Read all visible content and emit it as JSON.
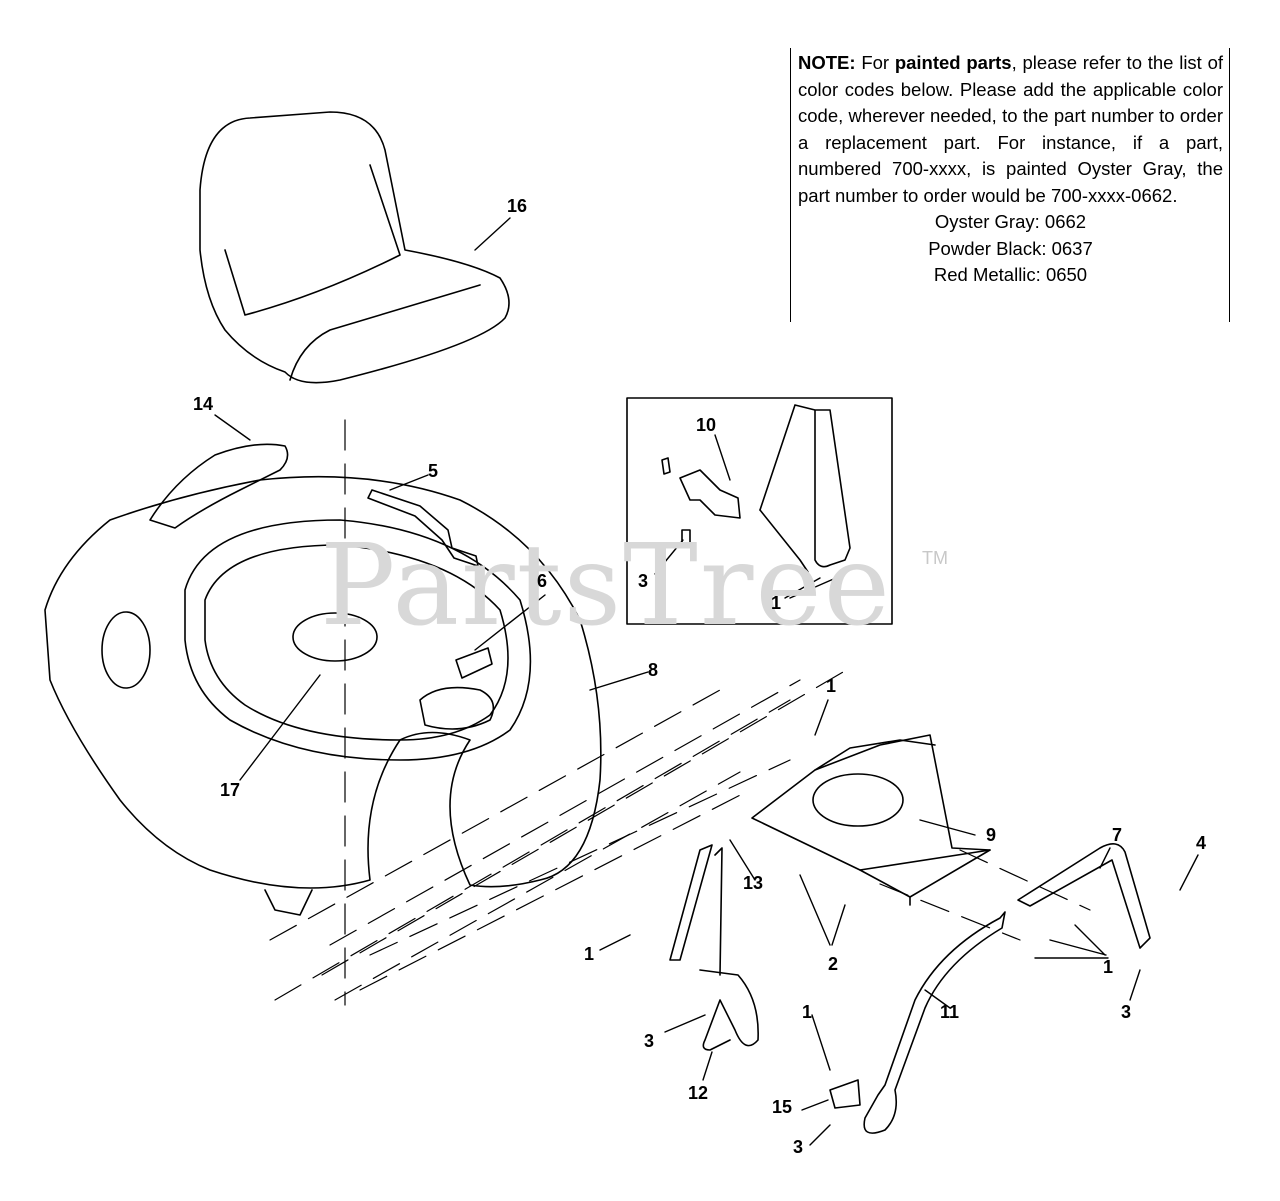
{
  "note": {
    "prefix": "NOTE:",
    "t1": " For ",
    "bold": "painted parts",
    "t2": ", please refer to the list of color codes below. Please add the applicable color code, wherever needed, to the part number to order a replacement part. For instance, if a part, numbered 700-xxxx, is painted Oyster Gray,  the part number to order would be 700-xxxx-0662.",
    "codes": [
      "Oyster Gray:  0662",
      "Powder Black: 0637",
      "Red Metallic: 0650"
    ]
  },
  "watermark": {
    "text": "PartsTree",
    "tm": "TM"
  },
  "callouts": [
    "16",
    "14",
    "5",
    "10",
    "3",
    "1",
    "6",
    "8",
    "17",
    "1",
    "9",
    "7",
    "4",
    "13",
    "1",
    "2",
    "1",
    "3",
    "11",
    "3",
    "1",
    "12",
    "15",
    "3"
  ]
}
